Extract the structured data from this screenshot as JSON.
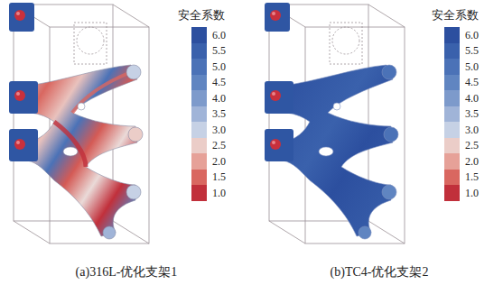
{
  "diagram": {
    "labels": [
      "安全系数",
      "安全系数",
      "(a)316L-优化支架1",
      "(b)TC4-优化支架2"
    ],
    "legend": [
      {
        "text": "6.0",
        "color": "#2c4f9f"
      },
      {
        "text": "5.5",
        "color": "#3a61ac"
      },
      {
        "text": "5.0",
        "color": "#4b72b7"
      },
      {
        "text": "4.5",
        "color": "#6085c1"
      },
      {
        "text": "4.0",
        "color": "#7d9acb"
      },
      {
        "text": "3.5",
        "color": "#a0b4d8"
      },
      {
        "text": "3.0",
        "color": "#c6d1e5"
      },
      {
        "text": "2.5",
        "color": "#ebcdc8"
      },
      {
        "text": "2.0",
        "color": "#e6a198"
      },
      {
        "text": "1.5",
        "color": "#d96760"
      },
      {
        "text": "1.0",
        "color": "#c1303b"
      },
      {
        "text": "6.0",
        "color": "#2c4f9f"
      },
      {
        "text": "5.5",
        "color": "#3a61ac"
      },
      {
        "text": "5.0",
        "color": "#4b72b7"
      },
      {
        "text": "4.5",
        "color": "#6085c1"
      },
      {
        "text": "4.0",
        "color": "#7d9acb"
      },
      {
        "text": "3.5",
        "color": "#a0b4d8"
      },
      {
        "text": "3.0",
        "color": "#c6d1e5"
      },
      {
        "text": "2.5",
        "color": "#ebcdc8"
      },
      {
        "text": "2.0",
        "color": "#e6a198"
      },
      {
        "text": "1.5",
        "color": "#d96760"
      },
      {
        "text": "1.0",
        "color": "#c1303b"
      }
    ]
  }
}
